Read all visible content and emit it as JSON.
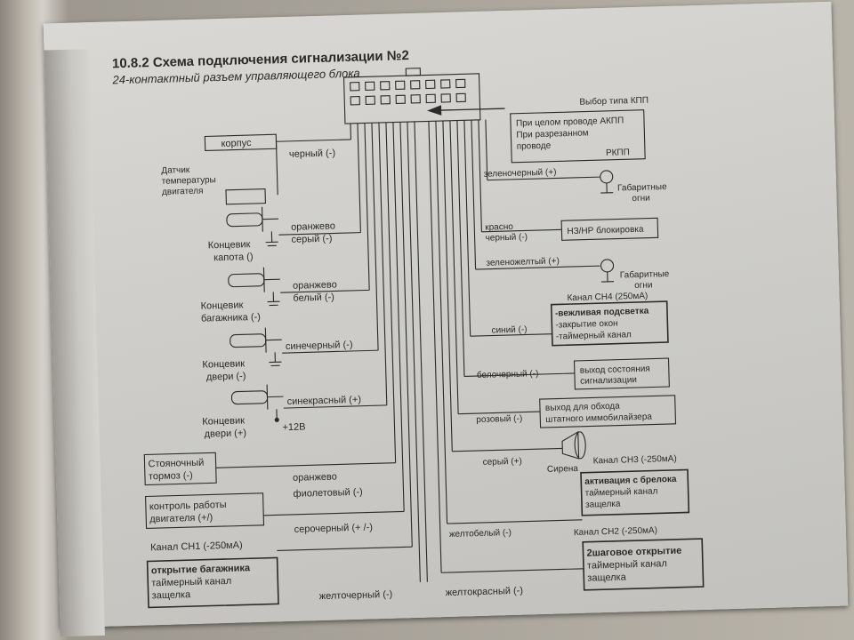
{
  "header": {
    "title": "10.8.2 Схема подключения сигнализации №2",
    "subtitle": "24-контактный разъем управляющего блока"
  },
  "left": {
    "korpus": "корпус",
    "temp_sensor": [
      "Датчик",
      "температуры",
      "двигателя"
    ],
    "hood": [
      "Концевик",
      "капота ()"
    ],
    "trunk": [
      "Концевик",
      "багажника (-)"
    ],
    "door_neg": [
      "Концевик",
      "двери (-)"
    ],
    "door_pos": [
      "Концевик",
      "двери (+)"
    ],
    "plus12": "+12В",
    "parking_brake": [
      "Стояночный",
      "тормоз (-)"
    ],
    "engine_control": [
      "контроль работы",
      "двигателя (+/)"
    ],
    "ch1_label": "Канал СН1 (-250мА)",
    "ch1_box": [
      "открытие багажника",
      "таймерный канал",
      "защелка"
    ]
  },
  "wires_left": {
    "black": "черный (-)",
    "orange_gray": [
      "оранжево",
      "серый (-)"
    ],
    "orange_white": [
      "оранжево",
      "белый (-)"
    ],
    "blue_black": "синечерный (-)",
    "blue_red": "синекрасный (+)",
    "orange_violet": [
      "оранжево",
      "фиолетовый (-)"
    ],
    "gray_black": "серочерный (+ /-)",
    "yellow_black": "желточерный (-)"
  },
  "right": {
    "gearbox_title": "Выбор типа КПП",
    "gearbox_box": [
      "При целом проводе  АКПП",
      "При разрезанном",
      "проводе",
      "РКПП"
    ],
    "green_black": "зеленочерный (+)",
    "parking_lights": [
      "Габаритные",
      "огни"
    ],
    "red_black": [
      "красно",
      "черный (-)"
    ],
    "nz_nr": "НЗ/НР блокировка",
    "green_yellow": "зеленожелтый (+)",
    "ch4_label": "Канал СН4 (250мА)",
    "blue": "синий (-)",
    "ch4_box": [
      "-вежливая подсветка",
      "-закрытие окон",
      "-таймерный канал"
    ],
    "white_black": "белочерный (-)",
    "status_box": [
      "выход состояния",
      "сигнализации"
    ],
    "pink": "розовый (-)",
    "immo_box": [
      "выход для обхода",
      "штатного иммобилайзера"
    ],
    "gray": "серый (+)",
    "siren": "Сирена",
    "ch3_label": "Канал СН3 (-250мА)",
    "ch3_box": [
      "активация с брелока",
      "таймерный канал",
      "защелка"
    ],
    "yellow_white": "желтобелый (-)",
    "ch2_label": "Канал СН2 (-250мА)",
    "ch2_box": [
      "2шаговое открытие",
      "таймерный канал",
      "защелка"
    ],
    "yellow_red": "желтокрасный (-)"
  },
  "colors": {
    "paper": "#d4d3cf",
    "ink": "#2a2a2a"
  }
}
